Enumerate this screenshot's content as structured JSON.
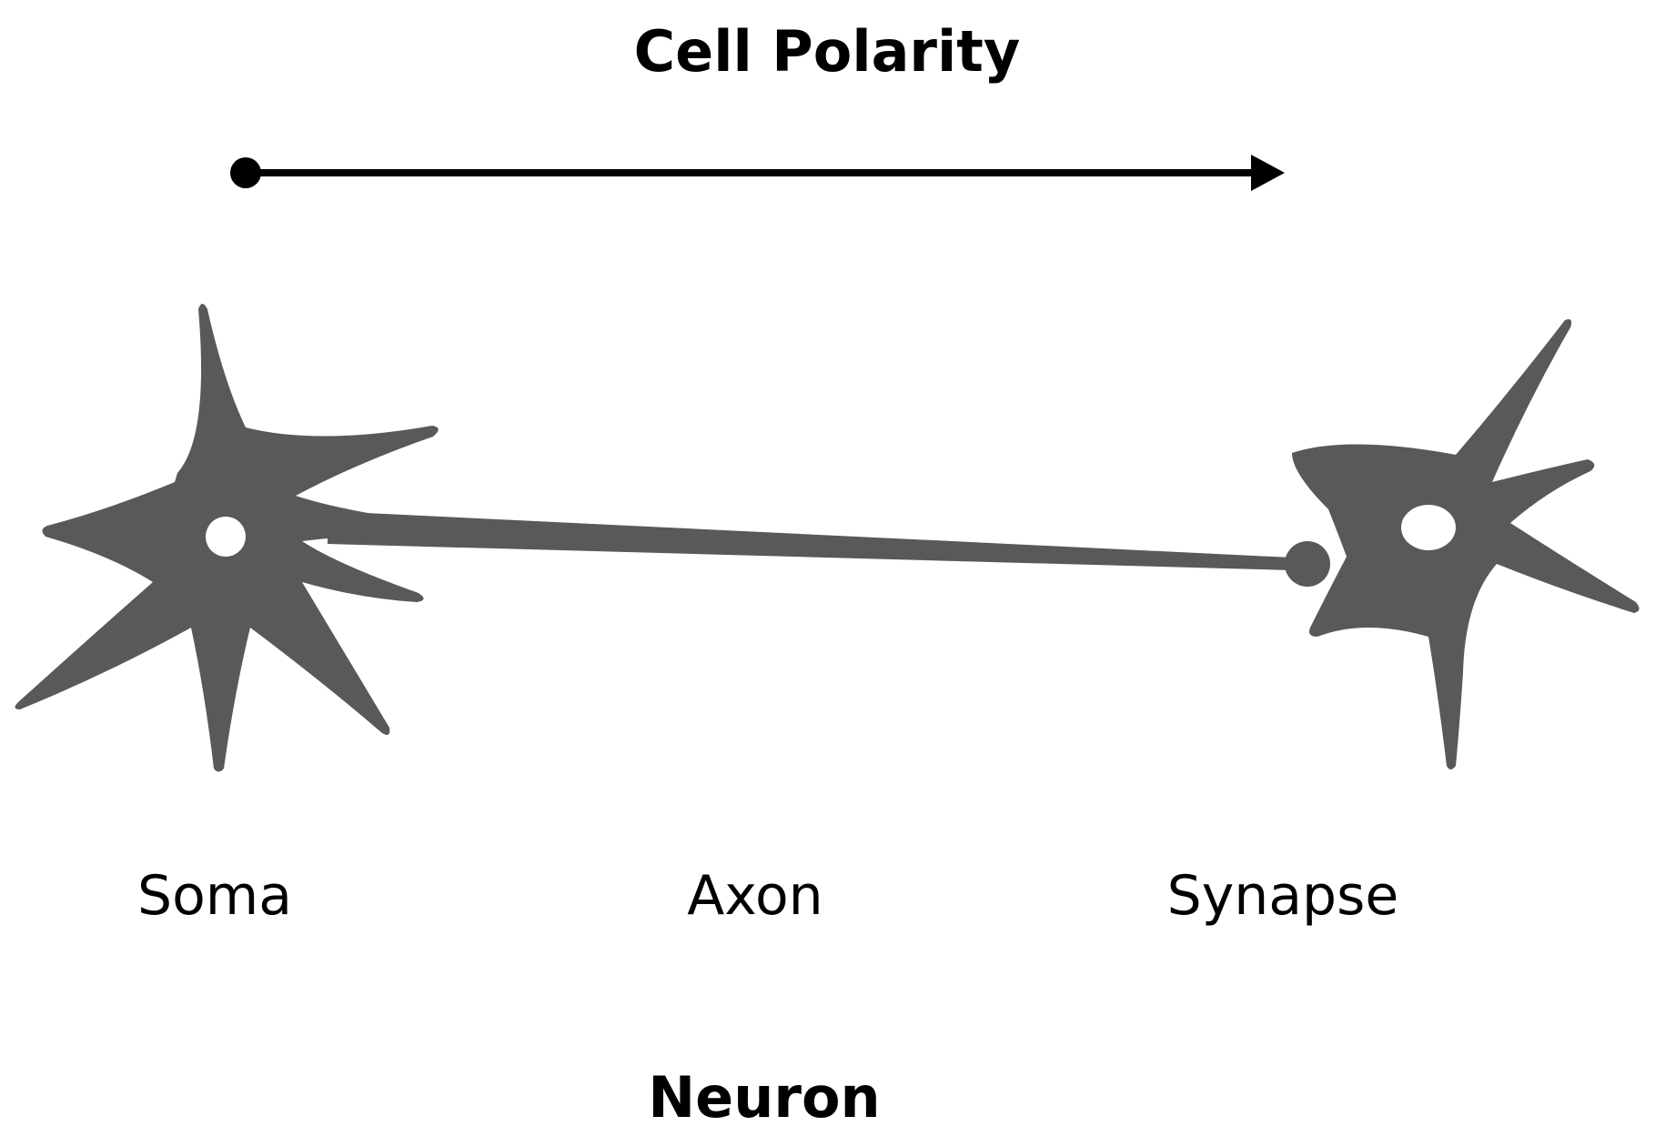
{
  "title": "Cell Polarity",
  "footer": "Neuron",
  "labels": {
    "soma": "Soma",
    "axon": "Axon",
    "synapse": "Synapse"
  },
  "colors": {
    "cell_fill": "#595959",
    "arrow": "#000000",
    "background": "#ffffff"
  }
}
